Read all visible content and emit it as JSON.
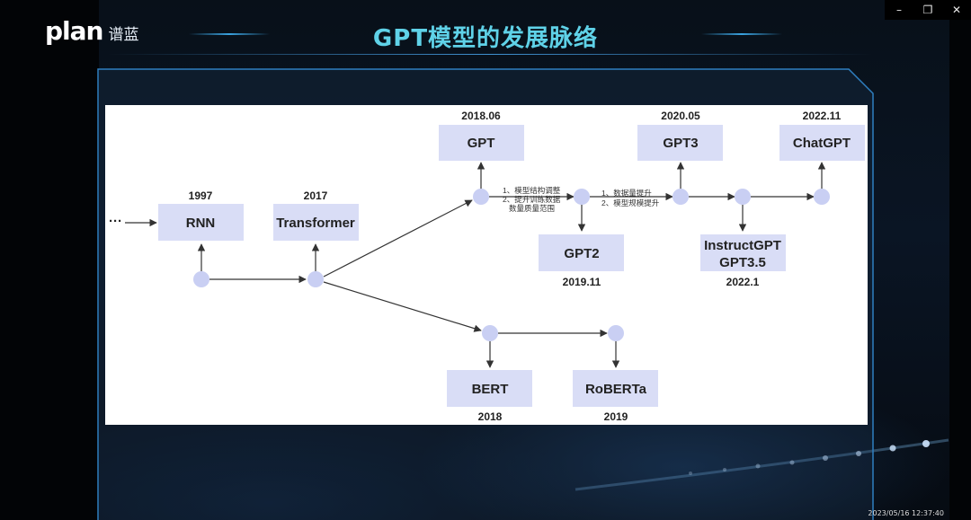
{
  "brand": {
    "logo_text": "plan",
    "name_cn": "谱蓝"
  },
  "window": {
    "minimize": "–",
    "restore": "❐",
    "close": "✕"
  },
  "slide": {
    "title": "GPT模型的发展脉络"
  },
  "diagram": {
    "leading": "···",
    "nodes": {
      "rnn": {
        "label": "RNN",
        "year": "1997"
      },
      "transformer": {
        "label": "Transformer",
        "year": "2017"
      },
      "gpt": {
        "label": "GPT",
        "year": "2018.06"
      },
      "gpt2": {
        "label": "GPT2",
        "year": "2019.11"
      },
      "gpt3": {
        "label": "GPT3",
        "year": "2020.05"
      },
      "instructgpt": {
        "label1": "InstructGPT",
        "label2": "GPT3.5",
        "year": "2022.1"
      },
      "chatgpt": {
        "label": "ChatGPT",
        "year": "2022.11"
      },
      "bert": {
        "label": "BERT",
        "year": "2018"
      },
      "roberta": {
        "label": "RoBERTa",
        "year": "2019"
      }
    },
    "notes": {
      "gpt_to_gpt2_1": "1、模型结构调整",
      "gpt_to_gpt2_2": "2、提升训练数据",
      "gpt_to_gpt2_3": "数量质量范围",
      "gpt2_to_gpt3_1": "1、数据量提升",
      "gpt2_to_gpt3_2": "2、模型规模提升"
    }
  },
  "footer": {
    "timestamp": "2023/05/16 12:37:40"
  }
}
